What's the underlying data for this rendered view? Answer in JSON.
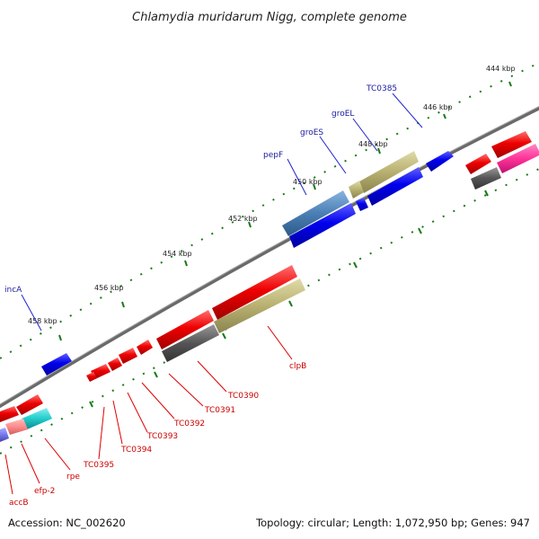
{
  "title": "Chlamydia muridarum Nigg, complete genome",
  "footer": {
    "accession": "Accession: NC_002620",
    "stats": "Topology: circular; Length: 1,072,950 bp; Genes: 947"
  },
  "ruler_ticks": [
    "444 kbp",
    "446 kbp",
    "448 kbp",
    "450 kbp",
    "452 kbp",
    "454 kbp",
    "456 kbp",
    "458 kbp"
  ],
  "gene_labels_top": [
    "TC0385",
    "groEL",
    "groES",
    "pepF",
    "incA"
  ],
  "gene_labels_bottom": [
    "clpB",
    "TC0390",
    "TC0391",
    "TC0392",
    "TC0393",
    "TC0394",
    "TC0395",
    "rpe",
    "efp-2",
    "accB"
  ],
  "colors": {
    "forward_strand": "#0000ee",
    "reverse_strand": "#ee0000",
    "backbone": "#888888",
    "tick": "#1a7a1a",
    "label_top": "#1a1aa0",
    "label_bottom": "#cc0000",
    "cog_olive": "#b8b070",
    "cog_gray": "#555555",
    "cog_pink": "#ff3399",
    "cog_cyan": "#22cccc",
    "cog_salmon": "#ff8a8a",
    "cog_steelblue": "#4a7fb5"
  }
}
